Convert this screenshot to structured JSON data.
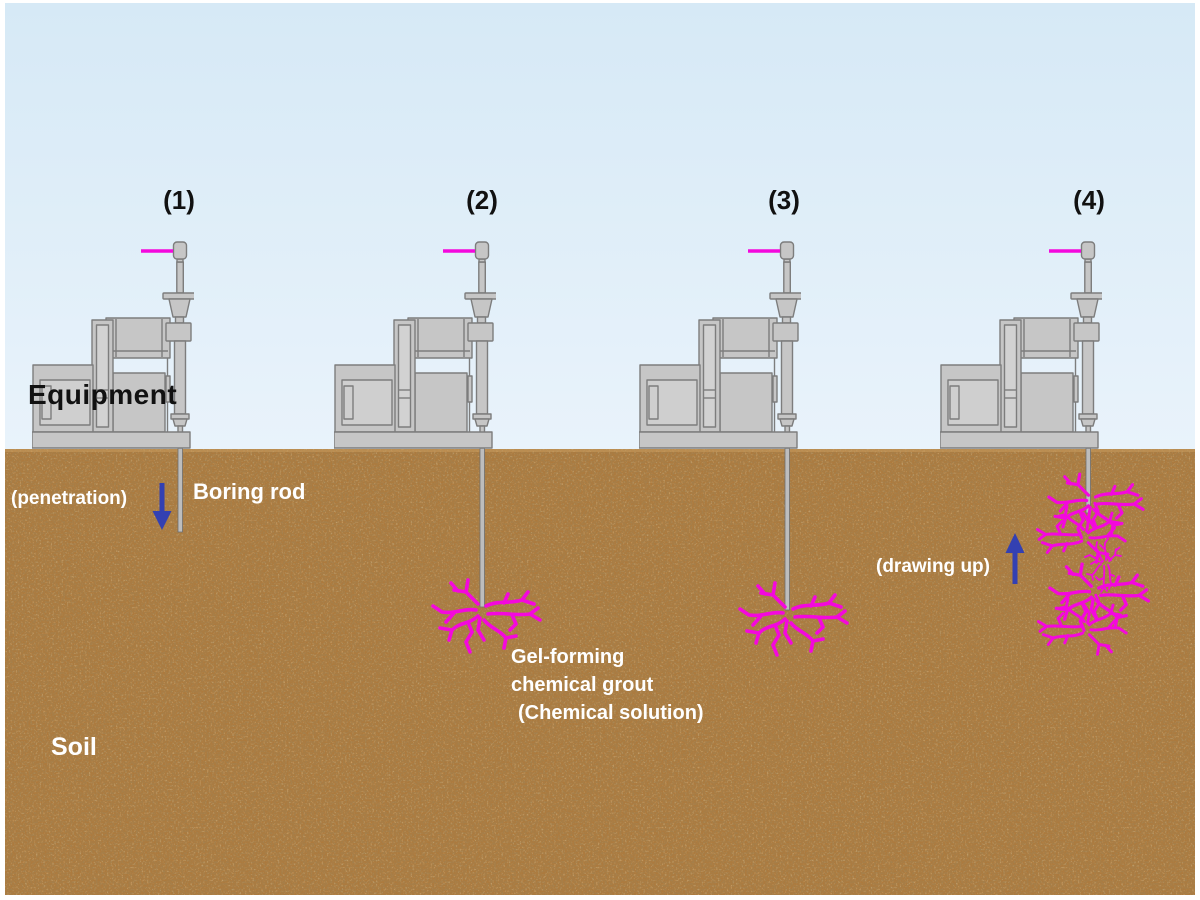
{
  "stages": [
    {
      "label": "(1)"
    },
    {
      "label": "(2)"
    },
    {
      "label": "(3)"
    },
    {
      "label": "(4)"
    }
  ],
  "labels": {
    "equipment": "Equipment",
    "penetration": "(penetration)",
    "boring_rod": "Boring rod",
    "grout_line1": "Gel-forming",
    "grout_line2": "chemical grout",
    "grout_line3": "(Chemical solution)",
    "drawing_up": "(drawing up)",
    "soil": "Soil"
  },
  "colors": {
    "sky_top": "#d6e9f6",
    "sky_bottom": "#e8f3fb",
    "soil_base": "#ad7a3d",
    "soil_dark_speckle": "#5c3814",
    "soil_light_speckle": "#cc9a54",
    "machine_fill": "#c6c6c6",
    "machine_outline": "#7d7d7d",
    "grout_magenta": "#f408dd",
    "arrow_blue": "#3340b2",
    "label_white": "#ffffff",
    "label_black": "#111111"
  }
}
